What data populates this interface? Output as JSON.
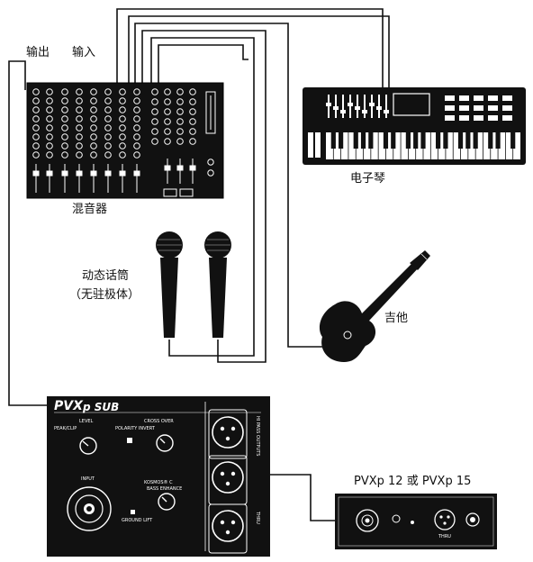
{
  "labels": {
    "output": "输出",
    "input": "输入",
    "mixer": "混音器",
    "keyboard": "电子琴",
    "mics_line1": "动态话筒",
    "mics_line2": "（无驻极体）",
    "guitar": "吉他",
    "speaker_models": "PVXp 12 或 PVXp 15"
  },
  "subwoofer_panel": {
    "brand": "PVX",
    "brand_suffix": "p SUB",
    "level": "LEVEL",
    "peak_clip": "PEAK/CLIP",
    "polarity": "POLARITY INVERT",
    "crossover": "CROSS OVER",
    "kosmos": "KOSMOS® C",
    "bass_enhance": "BASS ENHANCE",
    "input": "INPUT",
    "ground_lift": "GROUND LIFT",
    "hi_pass_outputs": "HI PASS OUTPUTS",
    "thru": "THRU"
  },
  "speaker_panel": {
    "thru": "THRU"
  }
}
